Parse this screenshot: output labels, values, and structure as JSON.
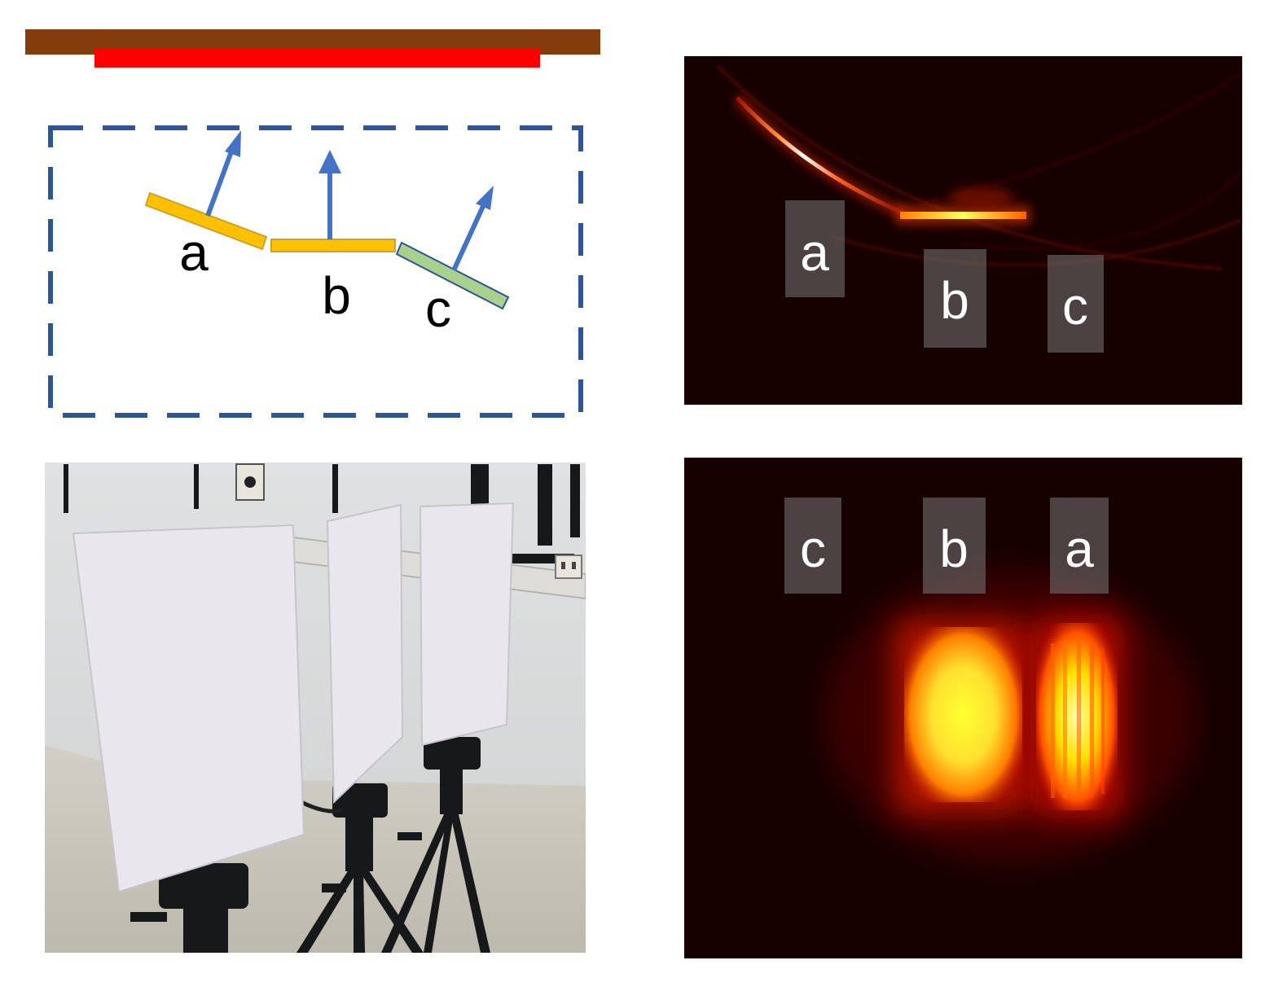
{
  "colors": {
    "wall_bar": "#843c0c",
    "transducer_bar": "#ff0000",
    "dashed_box": "#2f5597",
    "arrow": "#4472c4",
    "reflector_yellow": "#ffc000",
    "reflector_yellow_stroke": "#c9a227",
    "reflector_green": "#a9d18e",
    "reflector_green_stroke": "#2f5597",
    "label_text_diagram": "#000000",
    "label_text_image": "#ffffff",
    "label_box_image": "rgba(120,120,120,0.55)",
    "heatmap_background": "#170000",
    "photo_wall": "#d6d8d9",
    "photo_floor": "#c9c6bc",
    "photo_board": "#e9e6ee",
    "photo_tripod": "#17181a",
    "photo_cable": "#202022"
  },
  "diagram": {
    "reflector_labels": [
      "a",
      "b",
      "c"
    ]
  },
  "top_image": {
    "labels": [
      "a",
      "b",
      "c"
    ]
  },
  "bottom_image": {
    "labels": [
      "c",
      "b",
      "a"
    ]
  },
  "photo": {
    "icons": [
      "wall-outlet-icon",
      "tripod-icon"
    ]
  }
}
